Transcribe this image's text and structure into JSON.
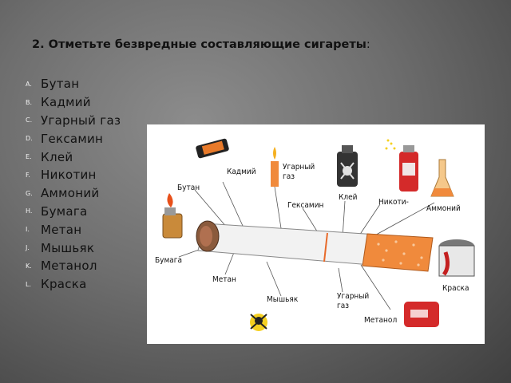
{
  "question": {
    "text": "2. Отметьте безвредные составляющие сигареты",
    "colon": ":"
  },
  "options": [
    {
      "letter": "A.",
      "text": "Бутан"
    },
    {
      "letter": "B.",
      "text": "Кадмий"
    },
    {
      "letter": "C.",
      "text": "Угарный газ"
    },
    {
      "letter": "D.",
      "text": "Гексамин"
    },
    {
      "letter": "E.",
      "text": "Клей"
    },
    {
      "letter": "F.",
      "text": "Никотин"
    },
    {
      "letter": "G.",
      "text": "Аммоний"
    },
    {
      "letter": "H.",
      "text": "Бумага"
    },
    {
      "letter": "I.",
      "text": "Метан"
    },
    {
      "letter": "J.",
      "text": "Мышьяк"
    },
    {
      "letter": "K.",
      "text": "Метанол"
    },
    {
      "letter": "L.",
      "text": "Краска"
    }
  ],
  "picture": {
    "labels": {
      "kadmiy": "Кадмий",
      "ugarny_top_1": "Угарный",
      "ugarny_top_2": "газ",
      "butan": "Бутан",
      "kley": "Клей",
      "nikotin": "Никоти-",
      "ammoniy": "Аммоний",
      "geksamin": "Гексамин",
      "bumaga": "Бумага",
      "metan": "Метан",
      "myshyak": "Мышьяк",
      "ugarny_bottom_1": "Угарный",
      "ugarny_bottom_2": "газ",
      "metanol": "Метанол",
      "kraska": "Краска"
    },
    "colors": {
      "filter": "#f08a3c",
      "paper": "#f2f2f2",
      "ash": "#8a5a3c"
    }
  }
}
